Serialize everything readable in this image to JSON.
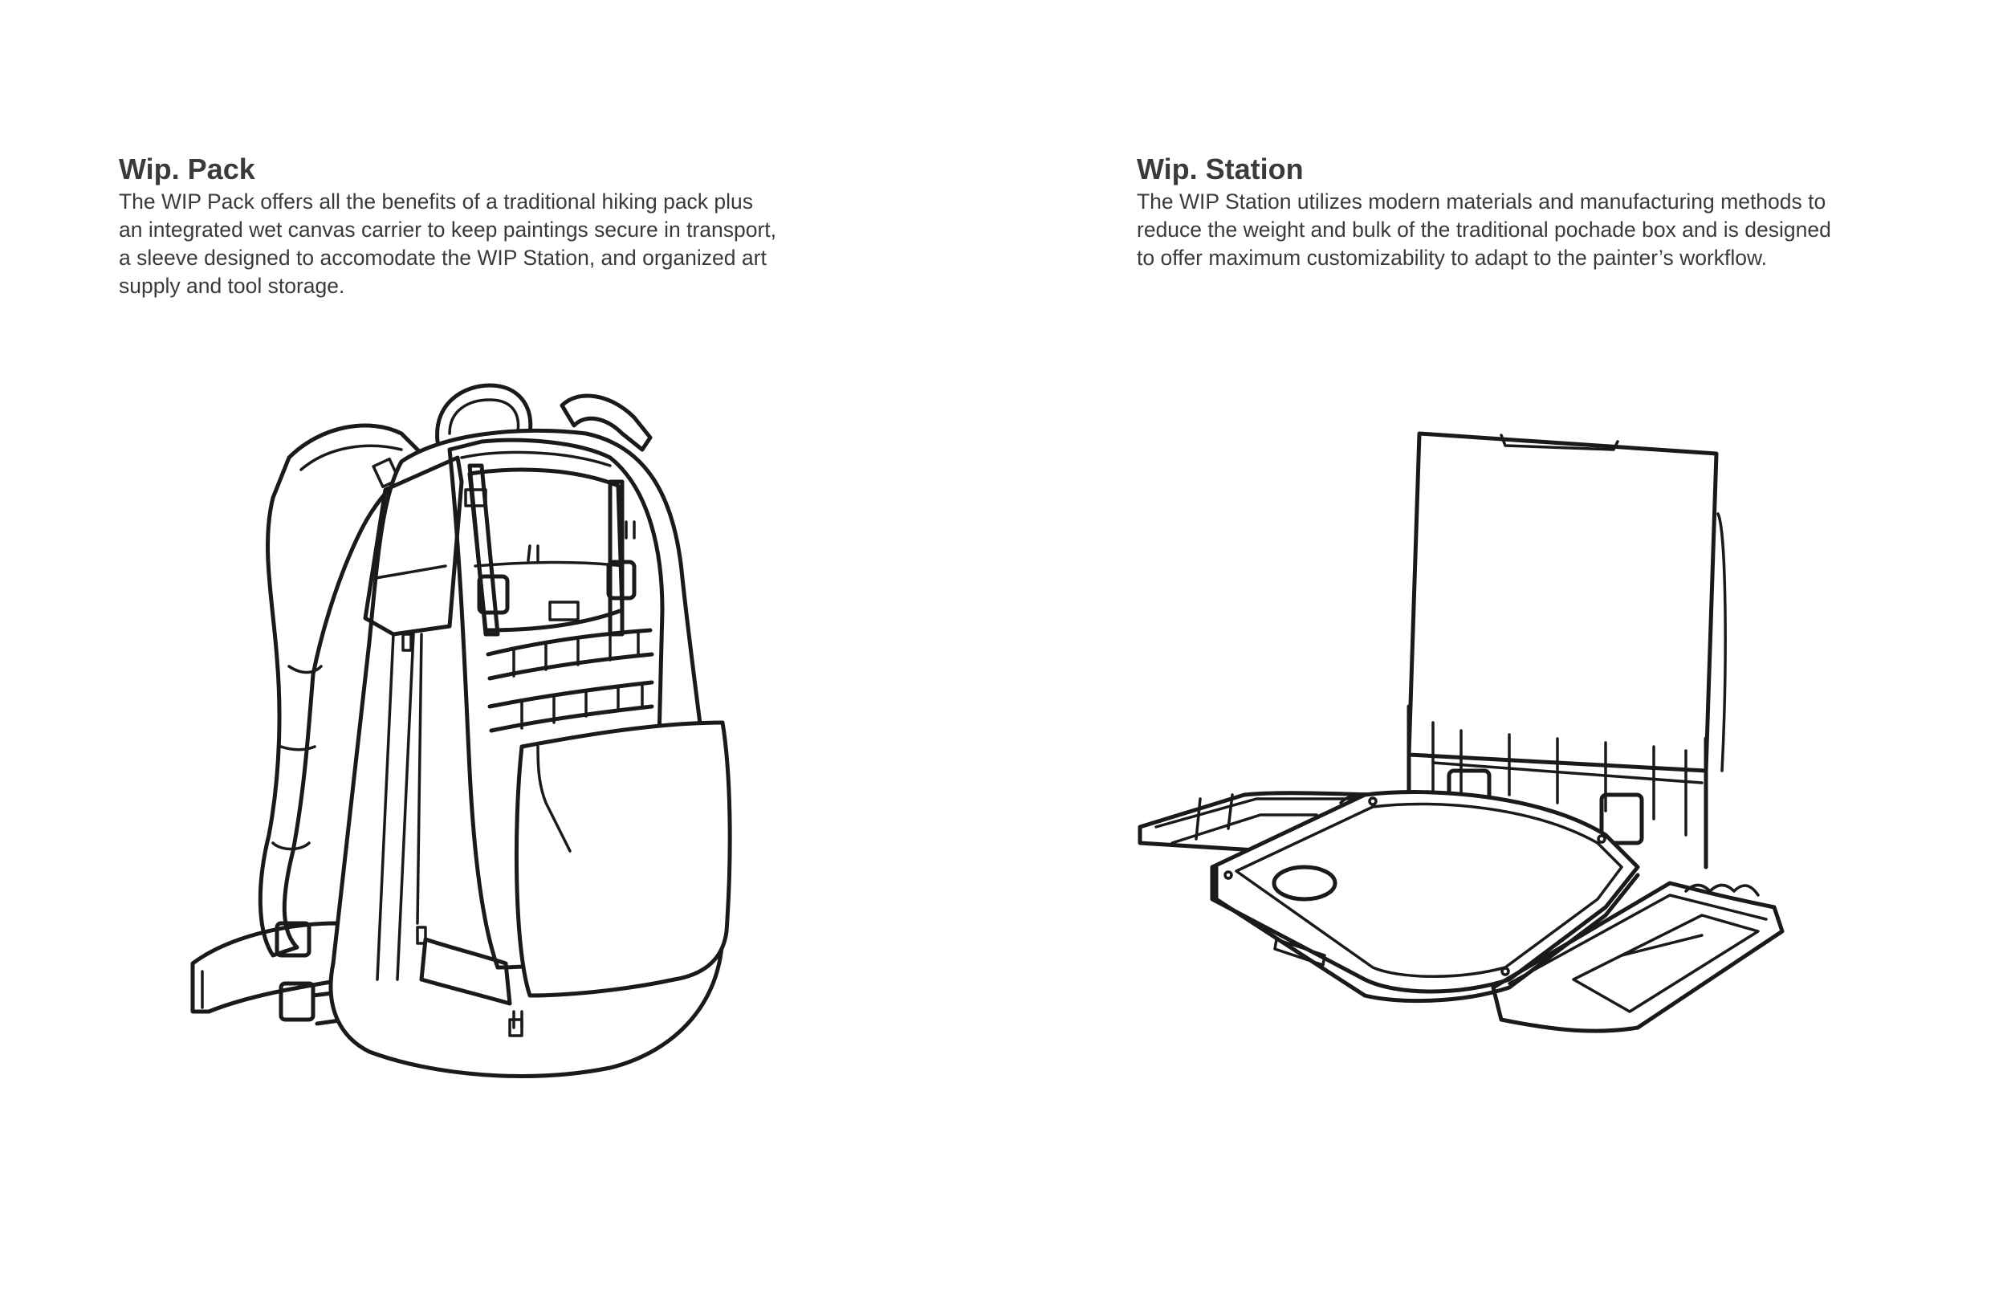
{
  "pack": {
    "title": "Wip. Pack",
    "description_lines": [
      "The WIP Pack offers all the benefits of a traditional hiking pack plus",
      "an integrated wet canvas carrier to keep paintings secure in transport,",
      "a sleeve designed to accomodate the WIP Station, and organized art",
      "supply and tool storage."
    ],
    "illustration_icon": "backpack-line-drawing"
  },
  "station": {
    "title": "Wip. Station",
    "description_lines": [
      "The WIP Station utilizes modern materials and manufacturing methods to",
      "reduce the weight and bulk of the traditional pochade box and is designed",
      "to offer maximum customizability to adapt to the painter’s workflow."
    ],
    "illustration_icon": "pochade-box-line-drawing"
  },
  "colors": {
    "text": "#3a3a3a",
    "line": "#1a1a1a",
    "background": "#ffffff"
  }
}
